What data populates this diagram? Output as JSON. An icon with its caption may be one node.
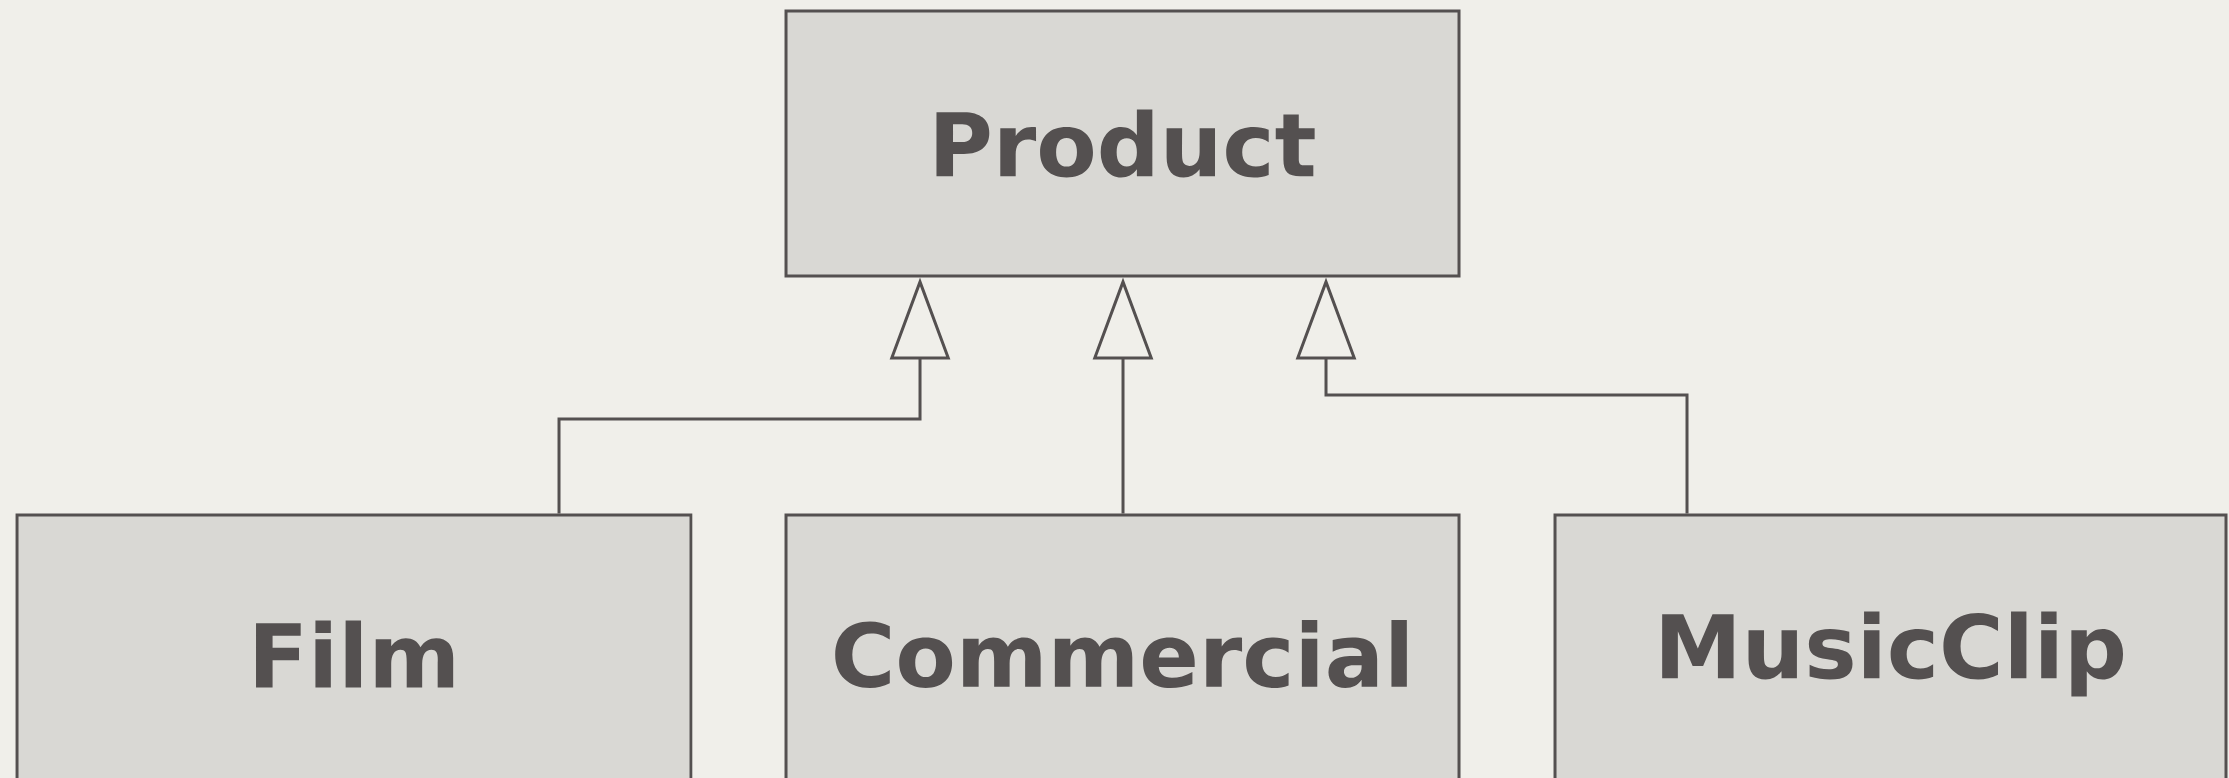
{
  "diagram": {
    "nodes": [
      {
        "text": [
          "Product"
        ]
      },
      {
        "text": [
          "Film"
        ]
      },
      {
        "text": [
          "Commercial"
        ]
      },
      {
        "text": [
          "MusicClip"
        ]
      }
    ],
    "edges": [
      {
        "from": 1,
        "to": 0,
        "arrow": "to"
      },
      {
        "from": 2,
        "to": 0,
        "arrow": "to"
      },
      {
        "from": 3,
        "to": 0,
        "arrow": "to"
      }
    ]
  }
}
